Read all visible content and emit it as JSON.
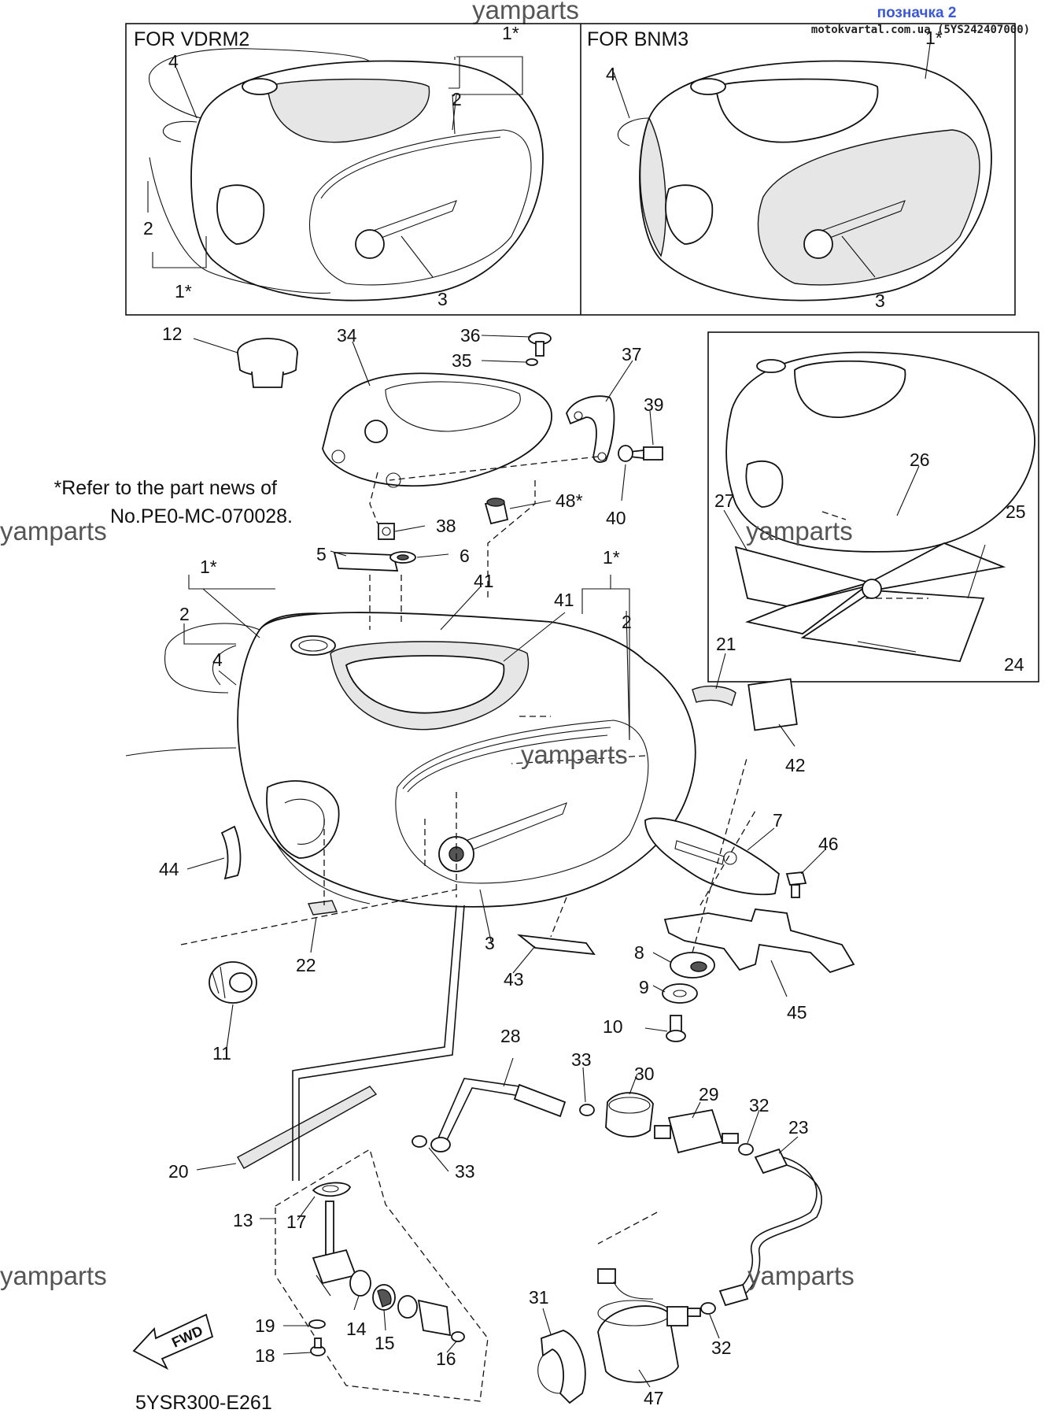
{
  "header": {
    "watermark_top": "yamparts",
    "sheet_label": "позначка 2",
    "site_label": "motokvartal.com.ua (5YS242407000)"
  },
  "insets": {
    "left_title": "FOR VDRM2",
    "right_title": "FOR BNM3"
  },
  "note": {
    "line1": "*Refer to the part news of",
    "line2": "No.PE0-MC-070028."
  },
  "watermarks": [
    "yamparts",
    "yamparts",
    "yamparts",
    "yamparts",
    "yamparts"
  ],
  "fwd_label": "FWD",
  "diagram_code": "5YSR300-E261",
  "callouts": {
    "c1a": "1*",
    "c1b": "1*",
    "c1c": "1*",
    "c1d": "1*",
    "c1e": "1*",
    "c2a": "2",
    "c2b": "2",
    "c2c": "2",
    "c2d": "2",
    "c3a": "3",
    "c3b": "3",
    "c3c": "3",
    "c4a": "4",
    "c4b": "4",
    "c4c": "4",
    "c5": "5",
    "c6": "6",
    "c7": "7",
    "c8": "8",
    "c9": "9",
    "c10": "10",
    "c11": "11",
    "c12": "12",
    "c13": "13",
    "c14": "14",
    "c15": "15",
    "c16": "16",
    "c17": "17",
    "c18": "18",
    "c19": "19",
    "c20": "20",
    "c21": "21",
    "c22": "22",
    "c23": "23",
    "c24": "24",
    "c25": "25",
    "c26": "26",
    "c27": "27",
    "c28": "28",
    "c29": "29",
    "c30": "30",
    "c31": "31",
    "c32a": "32",
    "c32b": "32",
    "c33a": "33",
    "c33b": "33",
    "c34": "34",
    "c35": "35",
    "c36": "36",
    "c37": "37",
    "c38": "38",
    "c39": "39",
    "c40": "40",
    "c41a": "41",
    "c41b": "41",
    "c42": "42",
    "c43": "43",
    "c44": "44",
    "c45": "45",
    "c46": "46",
    "c47": "47",
    "c48": "48*"
  }
}
